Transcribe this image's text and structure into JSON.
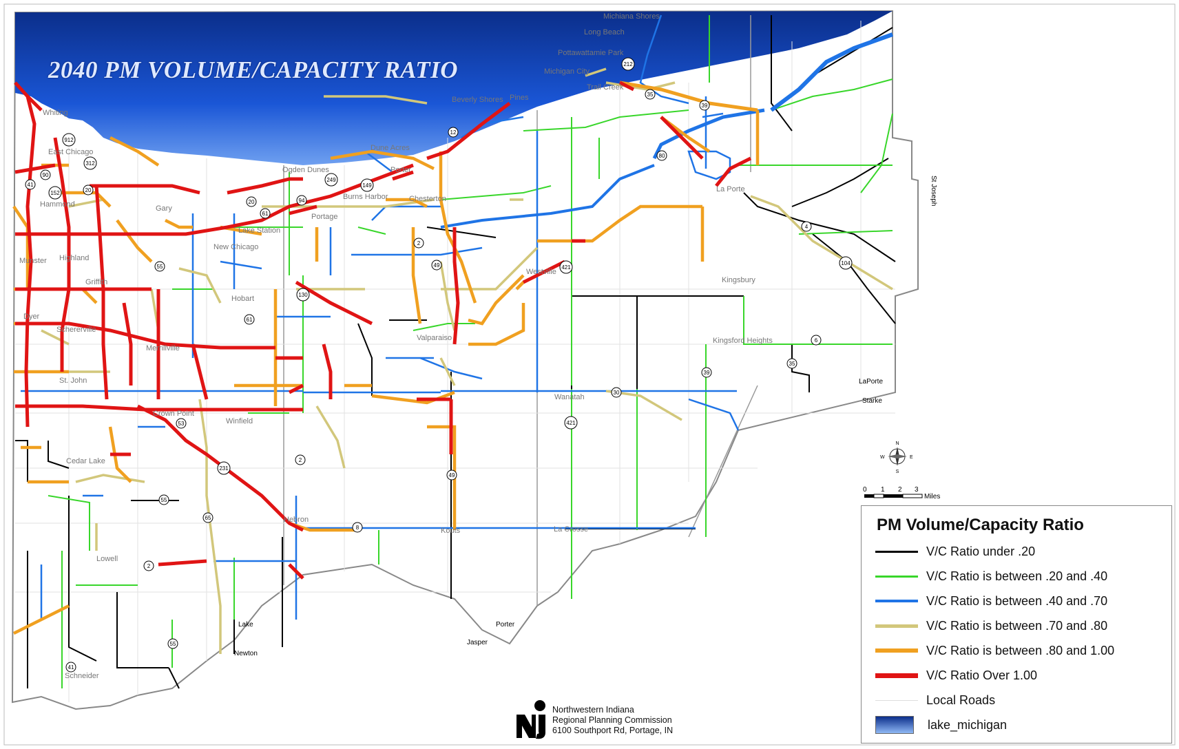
{
  "title": "2040 PM VOLUME/CAPACITY RATIO",
  "legend": {
    "title": "PM Volume/Capacity Ratio",
    "items": [
      {
        "label": "V/C Ratio under .20",
        "color": "#000000"
      },
      {
        "label": "V/C Ratio is between .20 and .40",
        "color": "#38d62a"
      },
      {
        "label": "V/C Ratio is between .40 and .70",
        "color": "#1f74e6"
      },
      {
        "label": "V/C Ratio is between .70 and .80",
        "color": "#d2c77b"
      },
      {
        "label": "V/C Ratio is between .80 and 1.00",
        "color": "#f0a020"
      },
      {
        "label": "V/C Ratio Over 1.00",
        "color": "#e01414"
      },
      {
        "label": "Local Roads",
        "color": "#dddddd"
      },
      {
        "label": "lake_michigan",
        "color": "#1a56d6"
      }
    ]
  },
  "scale": {
    "ticks": [
      "0",
      "1",
      "2",
      "3"
    ],
    "unit": "Miles"
  },
  "compass": {
    "n": "N",
    "s": "S",
    "e": "E",
    "w": "W"
  },
  "org": {
    "line1": "Northwestern Indiana",
    "line2": "Regional Planning Commission",
    "line3": "6100 Southport Rd, Portage, IN"
  },
  "places": {
    "michiana_shores": "Michiana Shores",
    "long_beach": "Long Beach",
    "pottawattamie_park": "Pottawattamie Park",
    "michigan_city": "Michigan City",
    "trail_creek": "Trail Creek",
    "beverly_shores": "Beverly Shores",
    "pines": "Pines",
    "whiting": "Whiting",
    "east_chicago": "East Chicago",
    "hammond": "Hammond",
    "gary": "Gary",
    "ogden_dunes": "Ogden Dunes",
    "dune_acres": "Dune Acres",
    "porter": "Porter",
    "burns_harbor": "Burns Harbor",
    "chesterton": "Chesterton",
    "portage": "Portage",
    "lake_station": "Lake Station",
    "new_chicago": "New Chicago",
    "munster": "Munster",
    "highland": "Highland",
    "griffith": "Griffith",
    "hobart": "Hobart",
    "dyer": "Dyer",
    "schererville": "Schererville",
    "merrillville": "Merrillville",
    "st_john": "St. John",
    "crown_point": "Crown Point",
    "winfield": "Winfield",
    "cedar_lake": "Cedar Lake",
    "lowell": "Lowell",
    "hebron": "Hebron",
    "schneider": "Schneider",
    "valparaiso": "Valparaiso",
    "westville": "Westville",
    "wanatah": "Wanatah",
    "kouts": "Kouts",
    "la_crosse": "La Crosse",
    "la_porte": "La Porte",
    "kingsbury": "Kingsbury",
    "kingsford_heights": "Kingsford Heights"
  },
  "counties": {
    "st_joseph": "St Joseph",
    "laporte": "LaPorte",
    "starke": "Starke",
    "lake": "Lake",
    "newton": "Newton",
    "porter": "Porter",
    "jasper": "Jasper"
  },
  "shields": [
    "912",
    "312",
    "41",
    "90",
    "152",
    "20",
    "20",
    "12",
    "249",
    "149",
    "94",
    "61",
    "55",
    "130",
    "61",
    "49",
    "2",
    "421",
    "212",
    "35",
    "39",
    "80",
    "4",
    "104",
    "6",
    "35",
    "39",
    "30",
    "421",
    "53",
    "2",
    "231",
    "55",
    "65",
    "8",
    "2",
    "55",
    "41",
    "49"
  ]
}
